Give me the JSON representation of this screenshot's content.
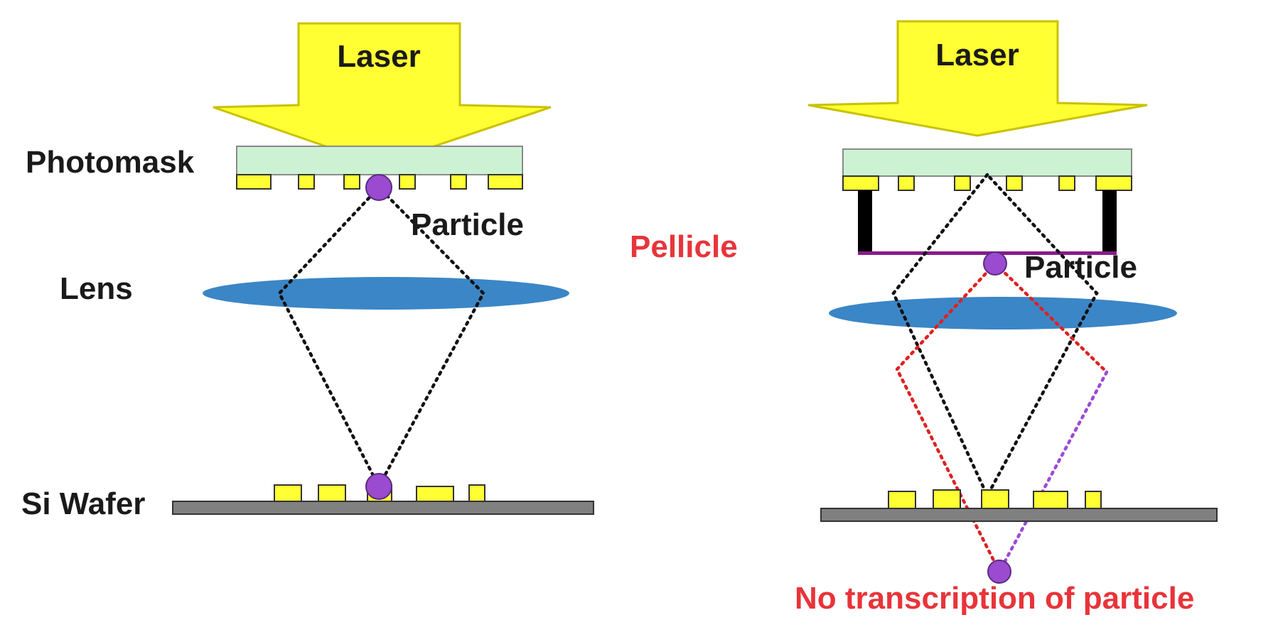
{
  "colors": {
    "laser": "#ffff33",
    "laser_stroke": "#c9c200",
    "photomask": "#ccf2d3",
    "photomask_stroke": "#8a8a8a",
    "pattern": "#ffff33",
    "pattern_stroke": "#333333",
    "particle": "#9a4bd0",
    "particle_stroke": "#5a2c80",
    "lens": "#3b86c6",
    "wafer": "#808080",
    "wafer_stroke": "#333333",
    "pellicle_frame": "#000000",
    "pellicle_film": "#8a1a8a",
    "ray_black": "#111111",
    "ray_red": "#e02020",
    "ray_purple": "#9b4ad6",
    "label_red": "#e8343a"
  },
  "left_panel": {
    "laser_label": "Laser",
    "photomask_label": "Photomask",
    "particle_label": "Particle",
    "lens_label": "Lens",
    "wafer_label": "Si Wafer"
  },
  "center": {
    "pellicle_label": "Pellicle"
  },
  "right_panel": {
    "laser_label": "Laser",
    "particle_label": "Particle",
    "caption": "No transcription of particle"
  }
}
